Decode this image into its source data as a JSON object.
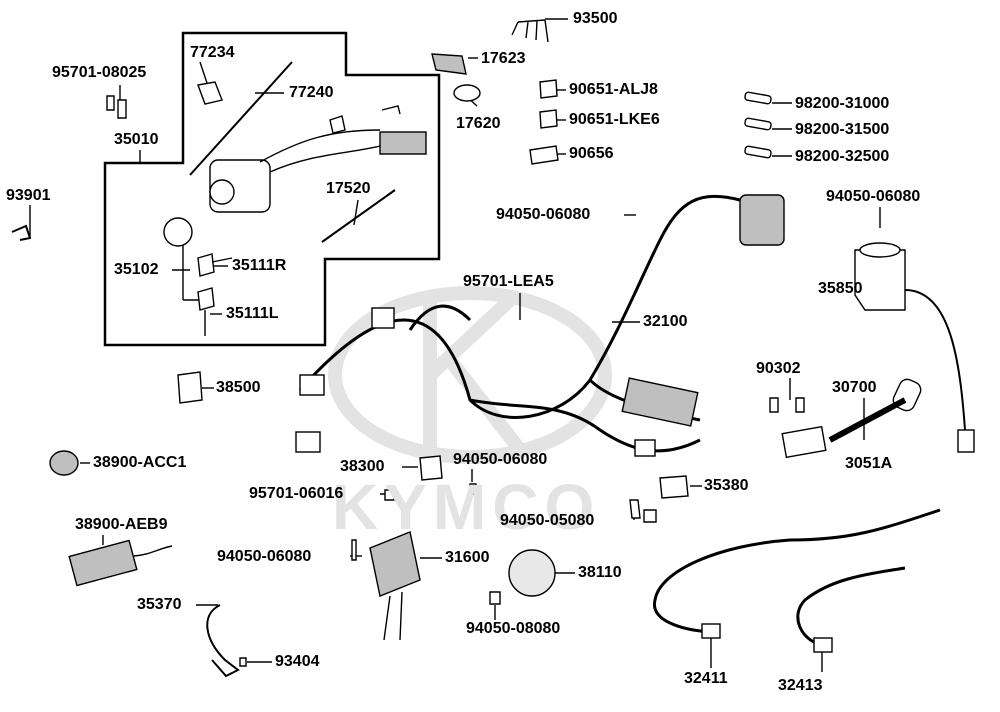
{
  "watermark": {
    "text": "KYMCO",
    "color": "#e3e3e3"
  },
  "diagram": {
    "line_color": "#000000",
    "part_fill": "#ffffff",
    "shade_fill": "#bfbfbf"
  },
  "labels": {
    "p93500": "93500",
    "p17623": "17623",
    "p17620": "17620",
    "p95701_08025": "95701-08025",
    "p77234": "77234",
    "p77240": "77240",
    "p35010": "35010",
    "p17520": "17520",
    "p93901": "93901",
    "p35102": "35102",
    "p35111R": "35111R",
    "p35111L": "35111L",
    "p90651_ALJ8": "90651-ALJ8",
    "p90651_LKE6": "90651-LKE6",
    "p90656": "90656",
    "p98200_31000": "98200-31000",
    "p98200_31500": "98200-31500",
    "p98200_32500": "98200-32500",
    "p94050_06080_a": "94050-06080",
    "p94050_06080_b": "94050-06080",
    "p95701_LEA5": "95701-LEA5",
    "p32100": "32100",
    "p35850": "35850",
    "p38500": "38500",
    "p90302": "90302",
    "p30700": "30700",
    "p3051A": "3051A",
    "p38900_ACC1": "38900-ACC1",
    "p38300": "38300",
    "p94050_06080_c": "94050-06080",
    "p95701_06016": "95701-06016",
    "p35380": "35380",
    "p94050_05080": "94050-05080",
    "p38900_AEB9": "38900-AEB9",
    "p94050_06080_d": "94050-06080",
    "p31600": "31600",
    "p38110": "38110",
    "p35370": "35370",
    "p94050_08080": "94050-08080",
    "p93404": "93404",
    "p32411": "32411",
    "p32413": "32413"
  }
}
